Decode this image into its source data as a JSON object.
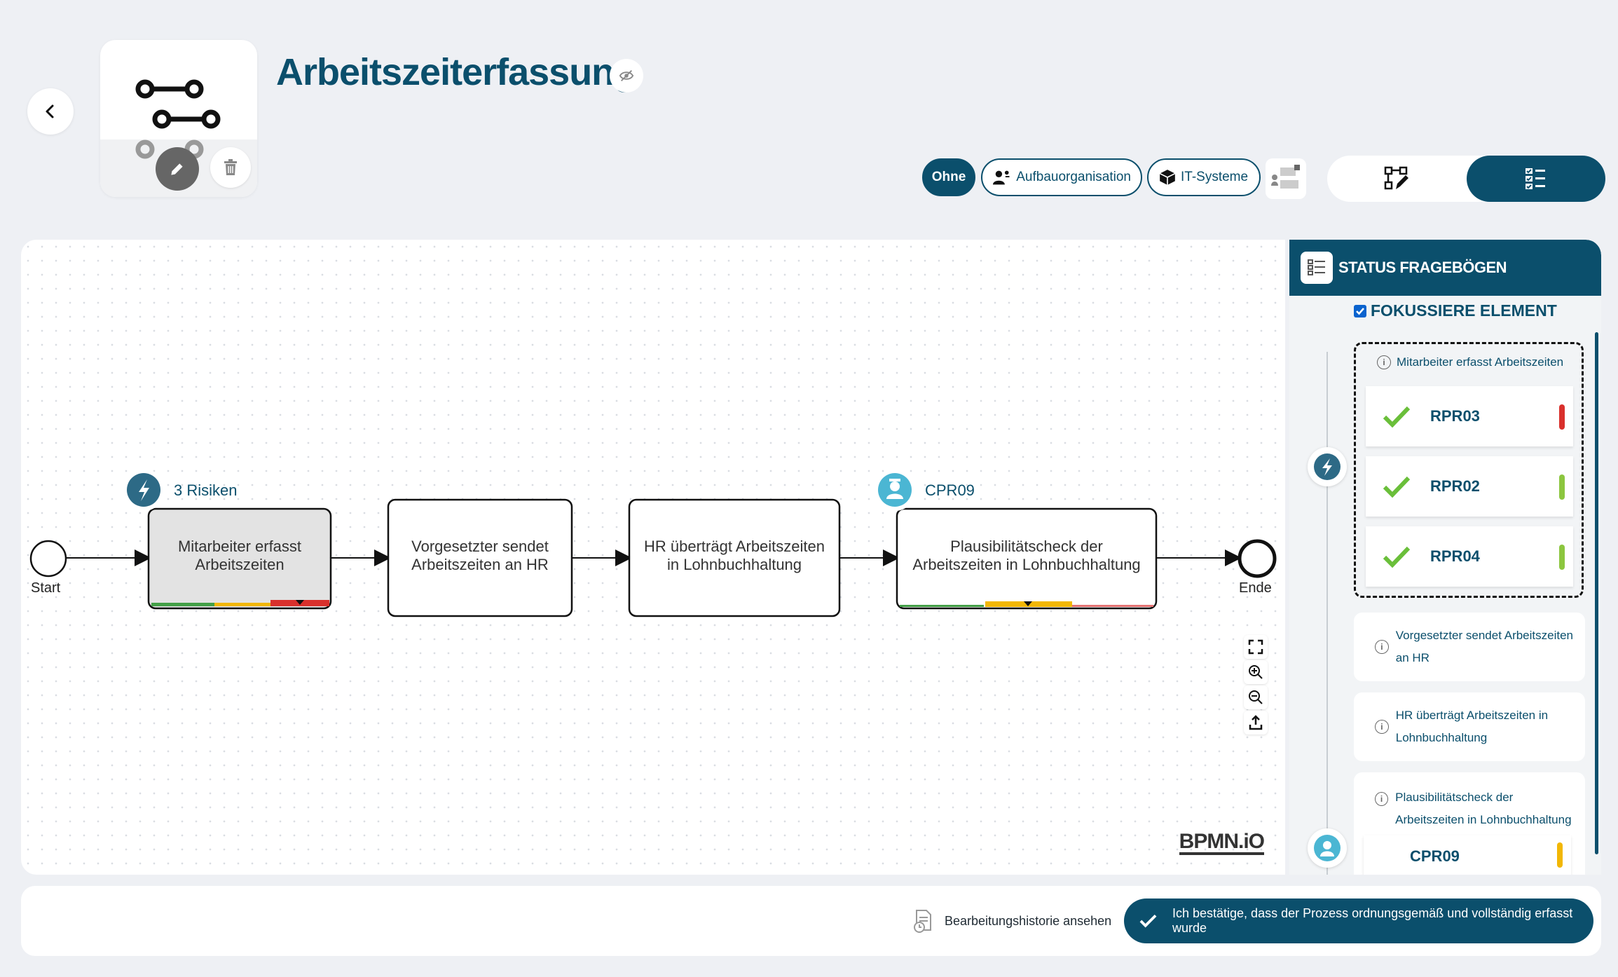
{
  "header": {
    "title": "Arbeitszeiterfassung",
    "filters": [
      {
        "label": "Ohne",
        "active": true
      },
      {
        "label": "Aufbauorganisation",
        "active": false
      },
      {
        "label": "IT-Systeme",
        "active": false
      }
    ]
  },
  "diagram": {
    "start_label": "Start",
    "end_label": "Ende",
    "tasks": [
      {
        "label": "Mitarbeiter erfasst Arbeitszeiten",
        "badge": "3 Risiken"
      },
      {
        "label": "Vorgesetzter sendet Arbeitszeiten an HR",
        "badge": ""
      },
      {
        "label": "HR überträgt Arbeitszeiten in Lohnbuchhaltung",
        "badge": ""
      },
      {
        "label": "Plausibilitätscheck der Arbeitszeiten in Lohnbuchhaltung",
        "badge": "CPR09"
      }
    ],
    "brand": "BPMN.iO"
  },
  "panel": {
    "title": "STATUS FRAGEBÖGEN",
    "focus_label": "FOKUSSIERE ELEMENT",
    "focused_element": "Mitarbeiter erfasst Arbeitszeiten",
    "items": [
      {
        "code": "RPR03",
        "status_color": "#d9302c"
      },
      {
        "code": "RPR02",
        "status_color": "#8cc63f"
      },
      {
        "code": "RPR04",
        "status_color": "#8cc63f"
      }
    ],
    "steps": [
      {
        "label": "Vorgesetzter sendet Arbeitszeiten an HR"
      },
      {
        "label": "HR überträgt Arbeitszeiten in Lohnbuchhaltung"
      },
      {
        "label": "Plausibilitätscheck der Arbeitszeiten in Lohnbuchhaltung"
      }
    ],
    "last_code": "CPR09",
    "last_code_color": "#f2b705"
  },
  "footer": {
    "history_label": "Bearbeitungshistorie ansehen",
    "confirm_label": "Ich bestätige, dass der Prozess ordnungsgemäß und vollständig erfasst wurde"
  },
  "colors": {
    "primary": "#0b4f6c",
    "accent": "#4bb6d3",
    "ok": "#6abf3a"
  }
}
